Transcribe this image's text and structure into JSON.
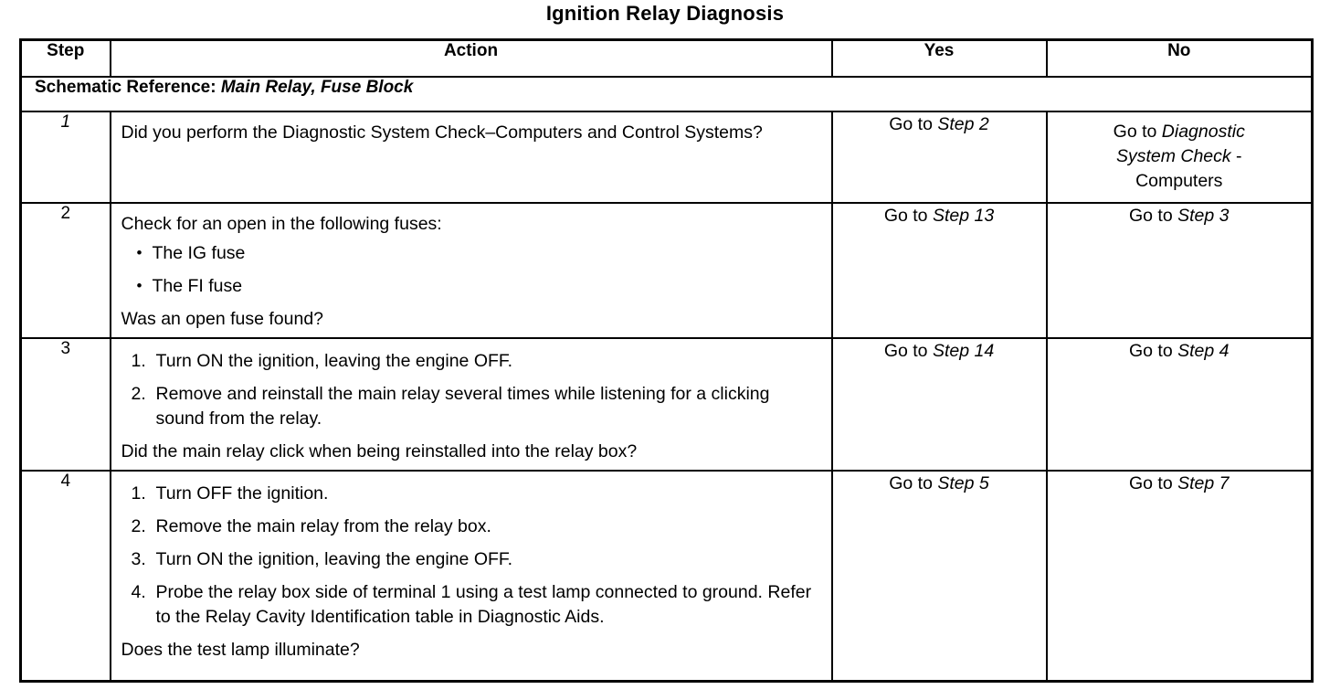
{
  "document": {
    "title": "Ignition Relay Diagnosis"
  },
  "table": {
    "headers": {
      "step": "Step",
      "action": "Action",
      "yes": "Yes",
      "no": "No"
    },
    "schematic_reference": {
      "label": "Schematic Reference:",
      "value": "Main Relay, Fuse Block"
    },
    "rows": [
      {
        "step": "1",
        "step_italic": true,
        "action": {
          "lead": "Did you perform the Diagnostic System Check–Computers and Control Systems?",
          "bullets": [],
          "numbered": [],
          "tail": ""
        },
        "yes": {
          "prefix": "Go to ",
          "italic": "Step 2",
          "suffix": "",
          "line2_prefix": "",
          "line2_italic": "",
          "line3": ""
        },
        "no": {
          "prefix": "Go to ",
          "italic": "Diagnostic",
          "line2_italic": "System Check",
          "line2_suffix": " -",
          "line3": "Computers"
        }
      },
      {
        "step": "2",
        "step_italic": false,
        "action": {
          "lead": "Check for an open in the following fuses:",
          "bullets": [
            "The IG fuse",
            "The FI fuse"
          ],
          "numbered": [],
          "tail": "Was an open fuse found?"
        },
        "yes": {
          "prefix": "Go to ",
          "italic": "Step 13",
          "suffix": "",
          "line2_prefix": "",
          "line2_italic": "",
          "line3": ""
        },
        "no": {
          "prefix": "Go to ",
          "italic": "Step 3",
          "line2_italic": "",
          "line2_suffix": "",
          "line3": ""
        }
      },
      {
        "step": "3",
        "step_italic": false,
        "action": {
          "lead": "",
          "bullets": [],
          "numbered": [
            "Turn ON the ignition, leaving the engine OFF.",
            "Remove and reinstall the main relay several times while listening for a clicking sound from the relay."
          ],
          "tail": "Did the main relay click when being reinstalled into the relay box?"
        },
        "yes": {
          "prefix": "Go to ",
          "italic": "Step 14",
          "suffix": "",
          "line2_prefix": "",
          "line2_italic": "",
          "line3": ""
        },
        "no": {
          "prefix": "Go to ",
          "italic": "Step 4",
          "line2_italic": "",
          "line2_suffix": "",
          "line3": ""
        }
      },
      {
        "step": "4",
        "step_italic": false,
        "action": {
          "lead": "",
          "bullets": [],
          "numbered": [
            "Turn OFF the ignition.",
            "Remove the main relay from the relay box.",
            "Turn ON the ignition, leaving the engine OFF.",
            "Probe the relay box side of terminal 1 using a test lamp connected to ground. Refer to the Relay Cavity Identification table in Diagnostic Aids."
          ],
          "tail": "Does the test lamp illuminate?"
        },
        "yes": {
          "prefix": "Go to ",
          "italic": "Step 5",
          "suffix": "",
          "line2_prefix": "",
          "line2_italic": "",
          "line3": ""
        },
        "no": {
          "prefix": "Go to ",
          "italic": "Step 7",
          "line2_italic": "",
          "line2_suffix": "",
          "line3": ""
        }
      }
    ]
  }
}
